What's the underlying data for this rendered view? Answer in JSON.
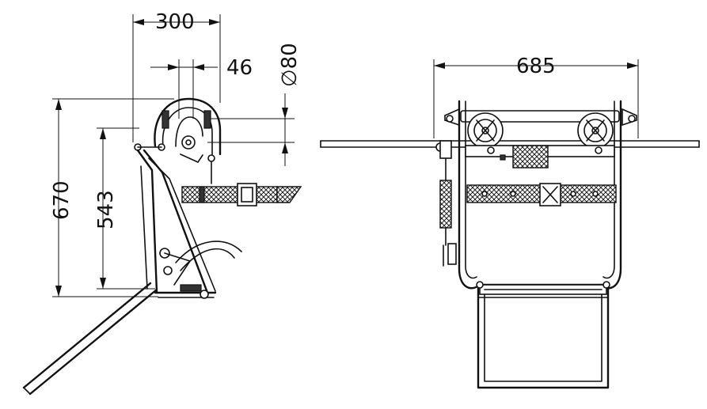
{
  "dimensions": {
    "width_300": "300",
    "width_46": "46",
    "diameter_80": "∅80",
    "height_670": "670",
    "height_543": "543",
    "width_685": "685"
  }
}
